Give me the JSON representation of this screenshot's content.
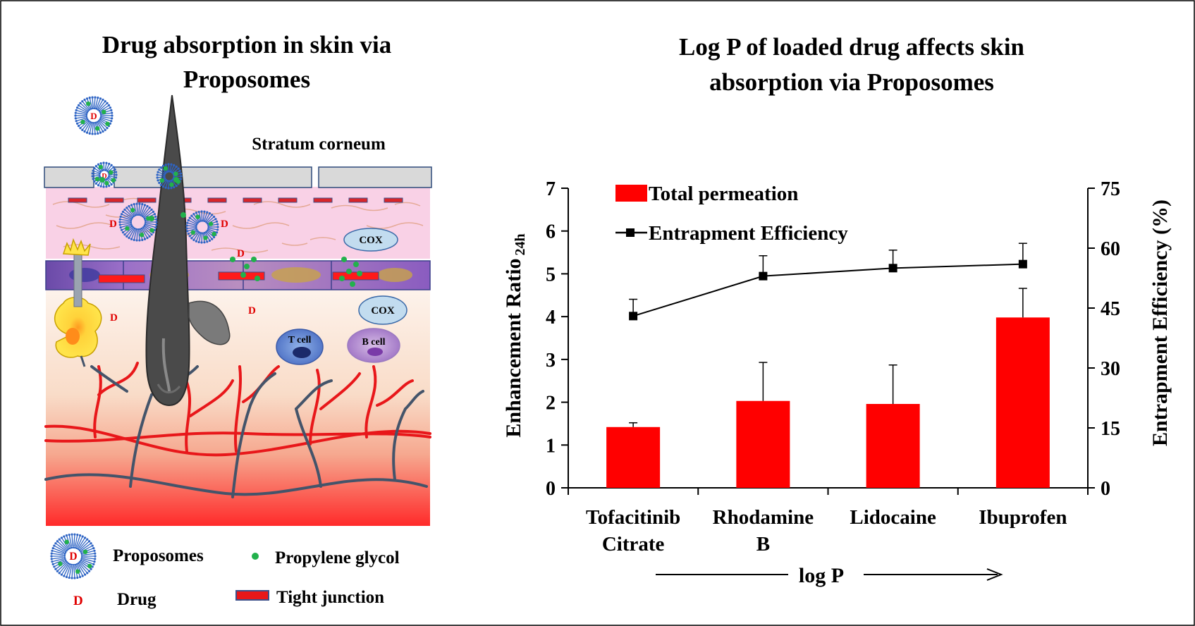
{
  "left_panel": {
    "title_line1": "Drug absorption in skin via",
    "title_line2": "Proposomes",
    "layer_label": "Stratum corneum",
    "cell_labels": {
      "cox_upper": "COX",
      "cox_lower": "COX",
      "t_cell": "T cell",
      "b_cell": "B cell"
    },
    "drug_marker": "D",
    "legend": {
      "proposomes": "Proposomes",
      "propylene_glycol": "Propylene glycol",
      "drug_symbol": "D",
      "drug": "Drug",
      "tight_junction": "Tight junction"
    }
  },
  "colors": {
    "bar": "#ff0000",
    "line": "#000000",
    "dermis_top": "#fce7d8",
    "vessel_red": "#e8171a",
    "vessel_blue": "#44546a",
    "liposome": "#2e64c4",
    "glycol": "#22b14c",
    "tight_junction": "#e02020",
    "basal_layer": "#7d4fb8"
  },
  "chart_data": {
    "type": "bar",
    "title": "Log P of loaded drug affects skin absorption via Proposomes",
    "title_line1": "Log P of loaded drug affects skin",
    "title_line2": "absorption via Proposomes",
    "categories": [
      "Tofacitinib Citrate",
      "Rhodamine B",
      "Lidocaine",
      "Ibuprofen"
    ],
    "category_lines": [
      [
        "Tofacitinib",
        "Citrate"
      ],
      [
        "Rhodamine",
        "B"
      ],
      [
        "Lidocaine"
      ],
      [
        "Ibuprofen"
      ]
    ],
    "xlabel": "log P",
    "ylabel": "Enhancement Ratio",
    "ylabel_sub": "24h",
    "y2label": "Entrapment Efficiency (%)",
    "ylim": [
      0,
      7
    ],
    "y2lim": [
      0,
      75
    ],
    "yticks": [
      0,
      1,
      2,
      3,
      4,
      5,
      6,
      7
    ],
    "y2ticks": [
      0,
      15,
      30,
      45,
      60,
      75
    ],
    "legend_position": "top-left",
    "series": [
      {
        "name": "Total permeation",
        "type": "bar",
        "axis": "left",
        "values": [
          1.42,
          2.03,
          1.96,
          3.98
        ],
        "errors": [
          0.1,
          0.9,
          0.91,
          0.68
        ]
      },
      {
        "name": "Entrapment Efficiency",
        "type": "line",
        "axis": "right",
        "values": [
          43,
          53,
          55,
          56
        ],
        "errors": [
          4.2,
          5.1,
          4.5,
          5.2
        ]
      }
    ]
  }
}
